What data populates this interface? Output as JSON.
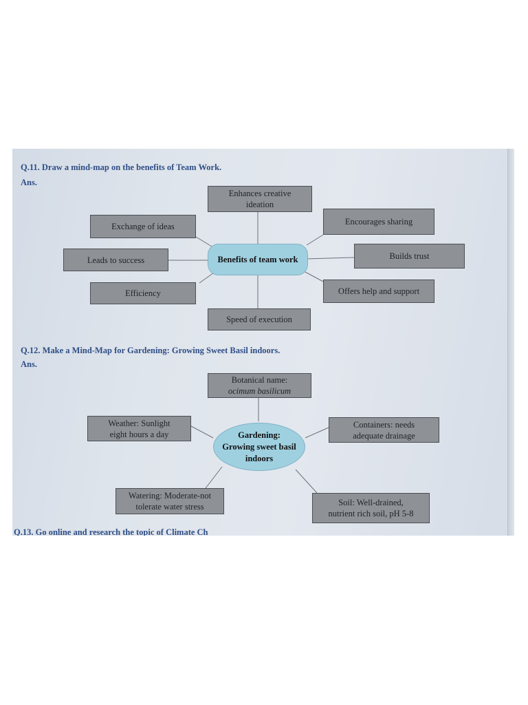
{
  "q11": {
    "question": "Q.11. Draw a mind-map on the benefits of Team Work.",
    "ans_label": "Ans.",
    "center": "Benefits of team work",
    "nodes": {
      "top": [
        "Enhances creative",
        "ideation"
      ],
      "upper_left": "Exchange of ideas",
      "left": "Leads to success",
      "lower_left": "Efficiency",
      "bottom": "Speed of execution",
      "upper_right": "Encourages sharing",
      "right": "Builds trust",
      "lower_right": "Offers help and support"
    }
  },
  "q12": {
    "question": "Q.12. Make a Mind-Map for Gardening: Growing Sweet Basil indoors.",
    "ans_label": "Ans.",
    "center": [
      "Gardening:",
      "Growing sweet basil",
      "indoors"
    ],
    "nodes": {
      "top": [
        "Botanical name:",
        "ocimum basilicum"
      ],
      "left": [
        "Weather: Sunlight",
        "eight hours a day"
      ],
      "right": [
        "Containers: needs",
        "adequate drainage"
      ],
      "lower_left": [
        "Watering: Moderate-not",
        "tolerate water stress"
      ],
      "lower_right": [
        "Soil: Well-drained,",
        "nutrient rich soil, pH 5-8"
      ]
    }
  },
  "q13_partial": "Q.13. Go online and research the topic of Climate Ch",
  "colors": {
    "heading": "#2f4e86",
    "box_fill": "#8e9297",
    "hub_fill": "#9fd0e0",
    "line": "#6c7078"
  }
}
